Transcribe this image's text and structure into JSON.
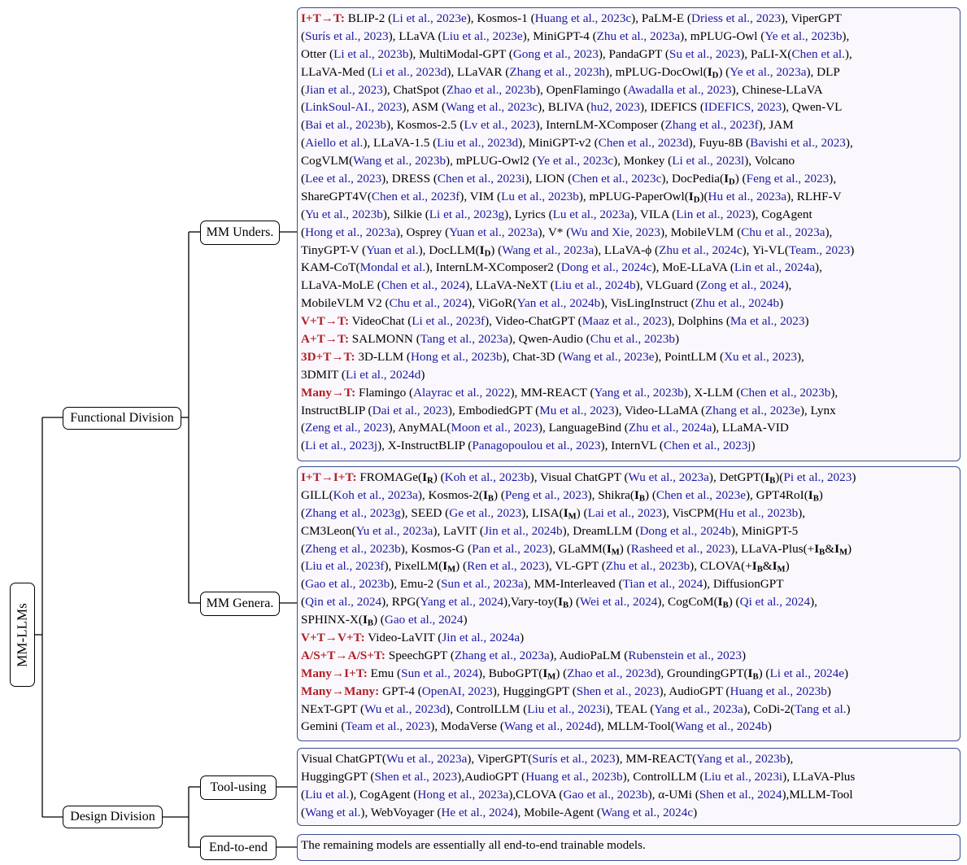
{
  "root": "MM-LLMs",
  "branches": {
    "functional": "Functional Division",
    "design": "Design Division"
  },
  "leaves": {
    "understanding": "MM Unders.",
    "generation": "MM Genera.",
    "tool_using": "Tool-using",
    "end_to_end": "End-to-end"
  },
  "understanding_lines": [
    "[[I+T→T:]] BLIP-2 ({Li et al., 2023e}), Kosmos-1 ({Huang et al., 2023c}), PaLM-E ({Driess et al., 2023}),  ViperGPT",
    "({Surís et al., 2023}), LLaVA ({Liu et al., 2023e}), MiniGPT-4 ({Zhu et al., 2023a}), mPLUG-Owl ({Ye et al., 2023b}),",
    "Otter ({Li et al., 2023b}), MultiModal-GPT ({Gong et al., 2023}),  PandaGPT ({Su et al., 2023}), PaLI-X({Chen et al.}),",
    "LLaVA-Med ({Li et al., 2023d}), LLaVAR ({Zhang et al., 2023h}), mPLUG-DocOwl(I_D) ({Ye et al., 2023a}), DLP",
    "({Jian et al., 2023}), ChatSpot ({Zhao et al., 2023b}), OpenFlamingo ({Awadalla et al., 2023}), Chinese-LLaVA",
    "({LinkSoul-AI., 2023}), ASM ({Wang et al., 2023c}), BLIVA ({hu2, 2023}), IDEFICS ({IDEFICS, 2023}), Qwen-VL",
    "({Bai et al., 2023b}), Kosmos-2.5 ({Lv et al., 2023}), InternLM-XComposer ({Zhang et al., 2023f}), JAM",
    "({Aiello et al.}), LLaVA-1.5 ({Liu et al., 2023d}), MiniGPT-v2 ({Chen et al., 2023d}), Fuyu-8B ({Bavishi et al., 2023}),",
    "CogVLM({Wang et al., 2023b}), mPLUG-Owl2 ({Ye et al., 2023c}), Monkey ({Li et al., 2023l}), Volcano",
    "({Lee et al., 2023}), DRESS ({Chen et al., 2023i}), LION ({Chen et al., 2023c}), DocPedia(I_D) ({Feng et al., 2023}),",
    "ShareGPT4V({Chen et al., 2023f}), VIM ({Lu et al., 2023b}), mPLUG-PaperOwl(I_D)({Hu et al., 2023a}), RLHF-V",
    "({Yu et al., 2023b}), Silkie ({Li et al., 2023g}), Lyrics  ({Lu et al., 2023a}), VILA ({Lin et al., 2023}), CogAgent",
    "({Hong et al., 2023a}), Osprey ({Yuan et al., 2023a}), V* ({Wu and Xie, 2023}), MobileVLM ({Chu et al., 2023a}),",
    "TinyGPT-V ({Yuan et al.}), DocLLM(I_D) ({Wang et al., 2023a}), LLaVA-ϕ ({Zhu et al., 2024c}), Yi-VL({Team., 2023})",
    "KAM-CoT({Mondal et al.}), InternLM-XComposer2 ({Dong et al., 2024c}), MoE-LLaVA ({Lin et al., 2024a}),",
    "LLaVA-MoLE ({Chen et al., 2024}), LLaVA-NeXT ({Liu et al., 2024b}), VLGuard ({Zong et al., 2024}),",
    "MobileVLM V2 ({Chu et al., 2024}), ViGoR({Yan et al., 2024b}), VisLingInstruct ({Zhu et al., 2024b})",
    "[[V+T→T:]] VideoChat ({Li et al., 2023f}), Video-ChatGPT ({Maaz et al., 2023}), Dolphins ({Ma et al., 2023})",
    "[[A+T→T:]] SALMONN ({Tang et al., 2023a}), Qwen-Audio ({Chu et al., 2023b})",
    "[[3D+T→T:]] 3D-LLM ({Hong et al., 2023b}), Chat-3D ({Wang et al., 2023e}), PointLLM ({Xu et al., 2023}),",
    "3DMIT ({Li et al., 2024d})",
    "[[Many→T:]] Flamingo ({Alayrac et al., 2022}), MM-REACT ({Yang et al., 2023b}), X-LLM ({Chen et al., 2023b}),",
    "InstructBLIP ({Dai et al., 2023}), EmbodiedGPT ({Mu et al., 2023}), Video-LLaMA ({Zhang et al., 2023e}), Lynx",
    "({Zeng et al., 2023}), AnyMAL({Moon et al., 2023}), LanguageBind ({Zhu et al., 2024a}), LLaMA-VID",
    "({Li et al., 2023j}), X-InstructBLIP ({Panagopoulou et al., 2023}), InternVL ({Chen et al., 2023j})"
  ],
  "generation_lines": [
    "[[I+T→I+T:]] FROMAGe(I_R) ({Koh et al., 2023b}), Visual ChatGPT ({Wu et al., 2023a}), DetGPT(I_B)({Pi et al., 2023})",
    "GILL({Koh et al., 2023a}), Kosmos-2(I_B) ({Peng et al., 2023}), Shikra(I_B) ({Chen et al., 2023e}), GPT4RoI(I_B)",
    "({Zhang et al., 2023g}), SEED ({Ge et al., 2023}), LISA(I_M) ({Lai et al., 2023}), VisCPM({Hu et al., 2023b}),",
    "CM3Leon({Yu et al., 2023a}), LaVIT ({Jin et al., 2024b}), DreamLLM ({Dong et al., 2024b}), MiniGPT-5",
    "({Zheng et al., 2023b}), Kosmos-G ({Pan et al., 2023}), GLaMM(I_M) ({Rasheed et al., 2023}), LLaVA-Plus(+I_B&I_M)",
    "({Liu et al., 2023f}),  PixelLM(I_M) ({Ren et al., 2023}), VL-GPT ({Zhu et al., 2023b}), CLOVA(+I_B&I_M)",
    "({Gao et al., 2023b}), Emu-2 ({Sun et al., 2023a}), MM-Interleaved ({Tian et al., 2024}), DiffusionGPT",
    "({Qin et al., 2024}), RPG({Yang et al., 2024}),Vary-toy(I_B) ({Wei et al., 2024}), CogCoM(I_B) ({Qi et al., 2024}),",
    "SPHINX-X(I_B) ({Gao et al., 2024})",
    "[[V+T→V+T:]] Video-LaVIT ({Jin et al., 2024a})",
    "[[A/S+T→A/S+T:]] SpeechGPT ({Zhang et al., 2023a}), AudioPaLM ({Rubenstein et al., 2023})",
    "[[Many→I+T:]] Emu ({Sun et al., 2024}), BuboGPT(I_M) ({Zhao et al., 2023d}), GroundingGPT(I_B) ({Li et al., 2024e})",
    "[[Many→Many:]]  GPT-4 ({OpenAI, 2023}), HuggingGPT ({Shen et al., 2023}), AudioGPT ({Huang et al., 2023b})",
    "NExT-GPT ({Wu et al., 2023d}), ControlLLM ({Liu et al., 2023i}), TEAL ({Yang et al., 2023a}), CoDi-2({Tang et al.})",
    "Gemini ({Team et al., 2023}), ModaVerse ({Wang et al., 2024d}), MLLM-Tool({Wang et al., 2024b})"
  ],
  "tool_using_lines": [
    "Visual ChatGPT({Wu et al., 2023a}),  ViperGPT({Surís et al., 2023}), MM-REACT({Yang et al., 2023b}),",
    "HuggingGPT ({Shen et al., 2023}),AudioGPT ({Huang et al., 2023b}), ControlLLM ({Liu et al., 2023i}), LLaVA-Plus",
    "({Liu et al.}), CogAgent ({Hong et al., 2023a}),CLOVA ({Gao et al., 2023b}), α-UMi ({Shen et al., 2024}),MLLM-Tool",
    "({Wang et al.}), WebVoyager ({He et al., 2024}), Mobile-Agent ({Wang et al., 2024c})"
  ],
  "end_to_end_lines": [
    "The remaining models are essentially all end-to-end trainable models."
  ],
  "colors": {
    "category_label": "#b02026",
    "citation": "#1a1aa0",
    "box_border": "#3a4e8a",
    "box_fill": "#fbf8fd"
  }
}
